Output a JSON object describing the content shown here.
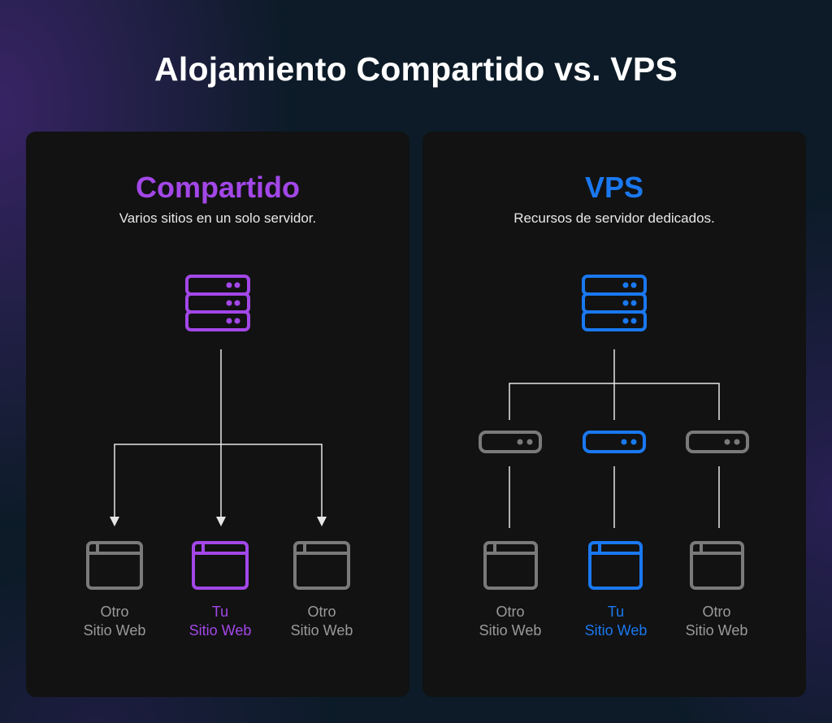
{
  "title": "Alojamiento Compartido vs. VPS",
  "colors": {
    "shared_accent": "#a347e8",
    "vps_accent": "#1a78f0",
    "other": "#7a7a7a",
    "connector": "#e6e6e6",
    "panel_bg": "#121212"
  },
  "shared": {
    "heading": "Compartido",
    "subtitle": "Varios sitios en un solo servidor.",
    "server_icon": "server-rack-icon",
    "sites": [
      {
        "line1": "Otro",
        "line2": "Sitio Web",
        "icon": "browser-window-icon",
        "highlight": false
      },
      {
        "line1": "Tu",
        "line2": "Sitio Web",
        "icon": "browser-window-icon",
        "highlight": true
      },
      {
        "line1": "Otro",
        "line2": "Sitio Web",
        "icon": "browser-window-icon",
        "highlight": false
      }
    ]
  },
  "vps": {
    "heading": "VPS",
    "subtitle": "Recursos de servidor dedicados.",
    "server_icon": "server-rack-icon",
    "partitions": [
      {
        "icon": "server-unit-icon",
        "highlight": false
      },
      {
        "icon": "server-unit-icon",
        "highlight": true
      },
      {
        "icon": "server-unit-icon",
        "highlight": false
      }
    ],
    "sites": [
      {
        "line1": "Otro",
        "line2": "Sitio Web",
        "icon": "browser-window-icon",
        "highlight": false
      },
      {
        "line1": "Tu",
        "line2": "Sitio Web",
        "icon": "browser-window-icon",
        "highlight": true
      },
      {
        "line1": "Otro",
        "line2": "Sitio Web",
        "icon": "browser-window-icon",
        "highlight": false
      }
    ]
  }
}
